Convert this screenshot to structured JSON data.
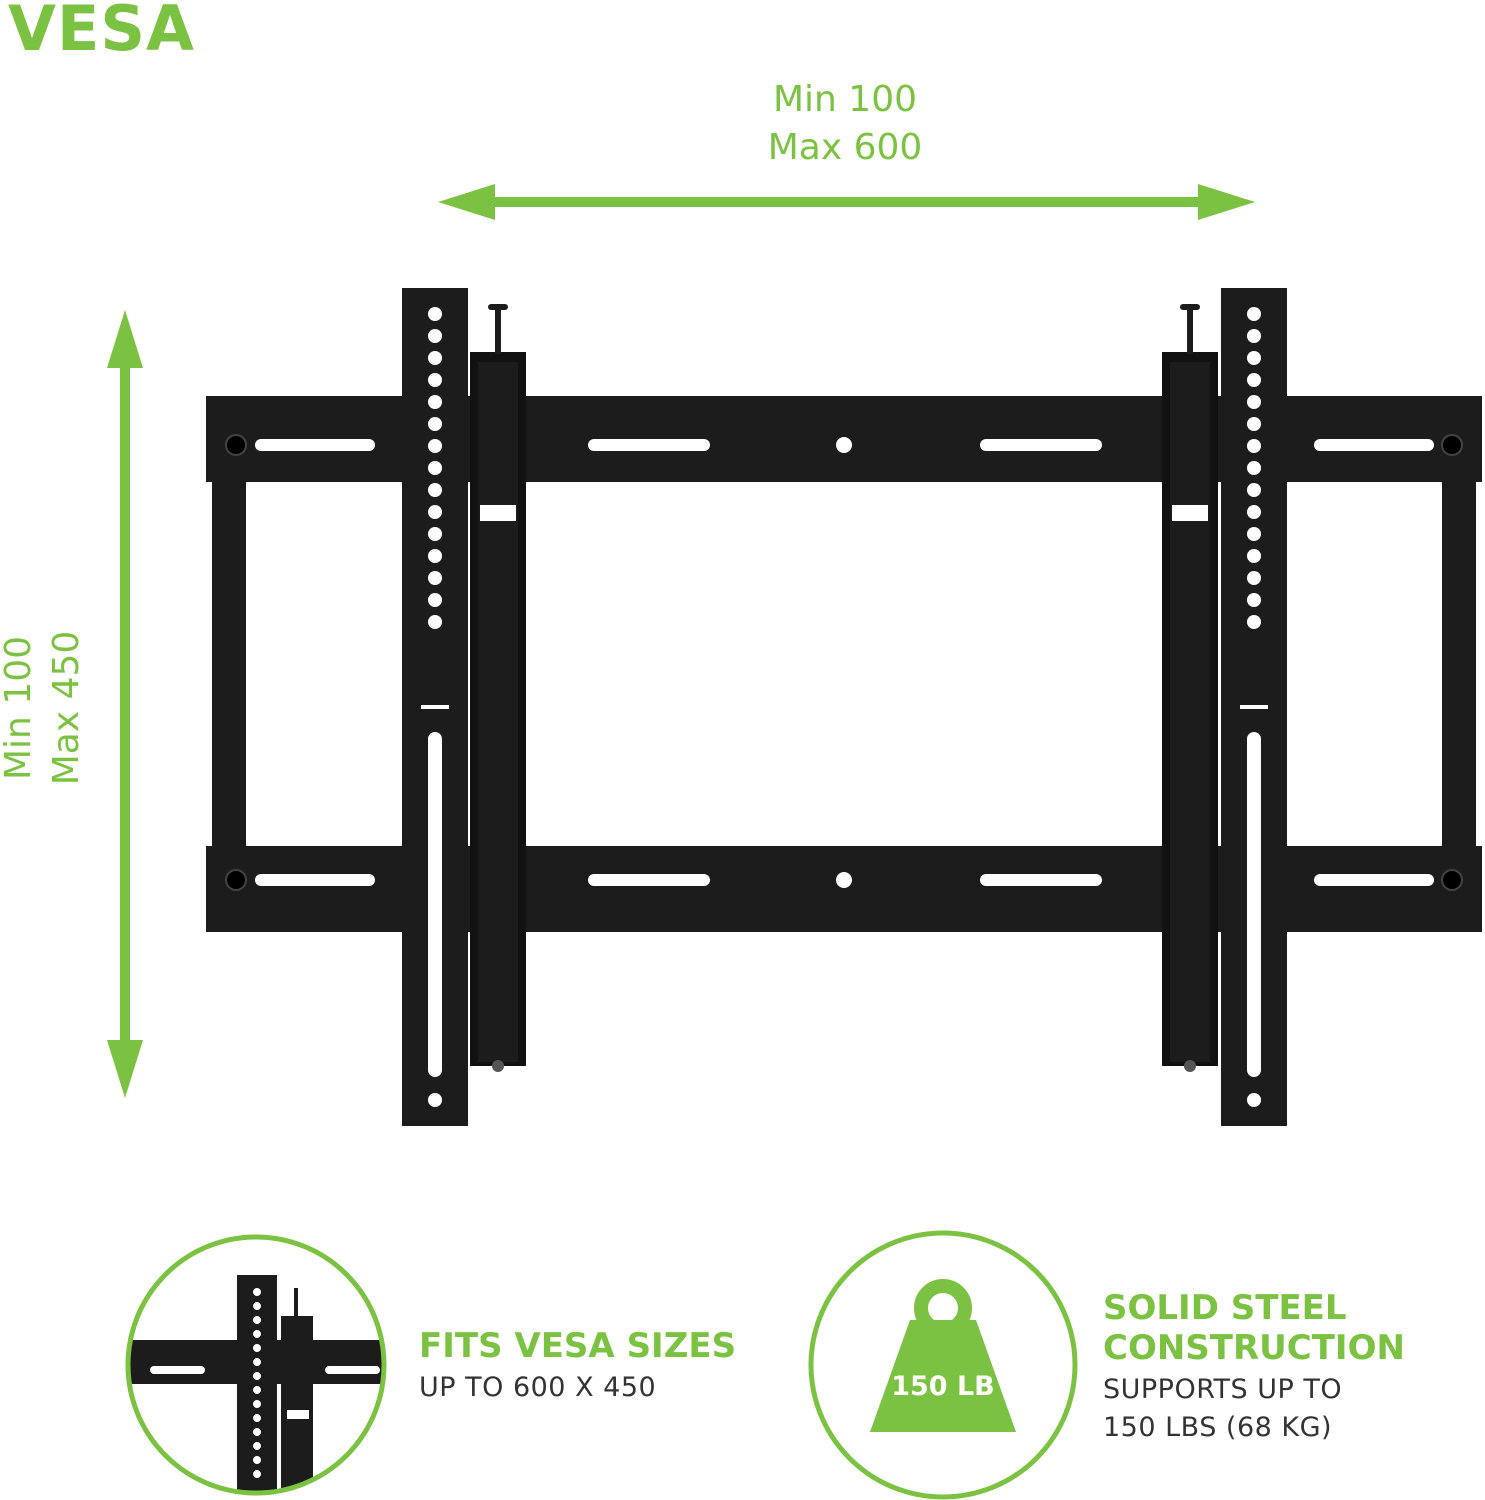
{
  "title": "VESA",
  "horizontal_dimension": {
    "min": "Min 100",
    "max": "Max 600"
  },
  "vertical_dimension": {
    "min": "Min 100",
    "max": "Max 450"
  },
  "colors": {
    "accent": "#7cc242",
    "bracket": "#1c1c1c",
    "text": "#333333"
  },
  "features": [
    {
      "icon": "bracket-closeup-icon",
      "title": "FITS VESA SIZES",
      "lines": [
        "UP TO 600 X 450"
      ]
    },
    {
      "icon": "weight-icon",
      "badge": "150 LB",
      "title_lines": [
        "SOLID STEEL",
        "CONSTRUCTION"
      ],
      "lines": [
        "SUPPORTS UP TO",
        "150 LBS (68 KG)"
      ]
    }
  ]
}
